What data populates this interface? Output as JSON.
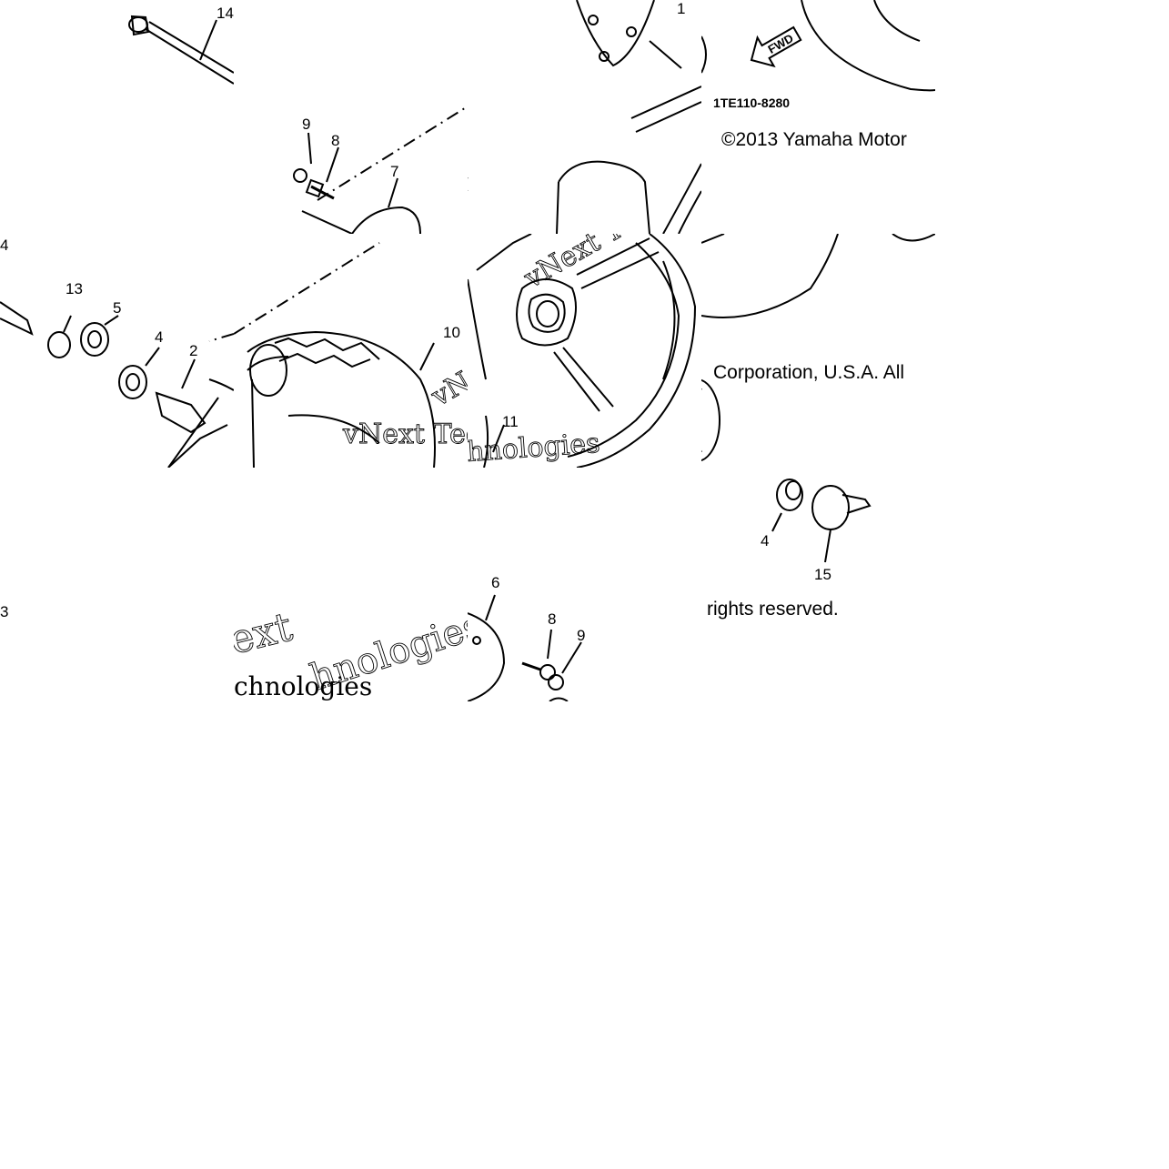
{
  "diagram": {
    "part_code": "1TE110-8280",
    "copyright_line1": "©2013 Yamaha Motor",
    "copyright_line2": "Corporation, U.S.A. All",
    "copyright_line3": "rights reserved.",
    "direction_badge": "FWD",
    "watermarks": [
      "vNext Tec",
      "hnologies",
      "vNext Techn",
      "ext",
      "chnologies",
      "hnologies"
    ],
    "callouts": {
      "c14a": "14",
      "c1": "1",
      "c9a": "9",
      "c8a": "8",
      "c7": "7",
      "c14b": "4",
      "c13": "13",
      "c5": "5",
      "c4a": "4",
      "c2": "2",
      "c10": "10",
      "c11": "11",
      "c4b": "4",
      "c15": "15",
      "c3": "3",
      "c6": "6",
      "c8b": "8",
      "c9b": "9"
    }
  }
}
